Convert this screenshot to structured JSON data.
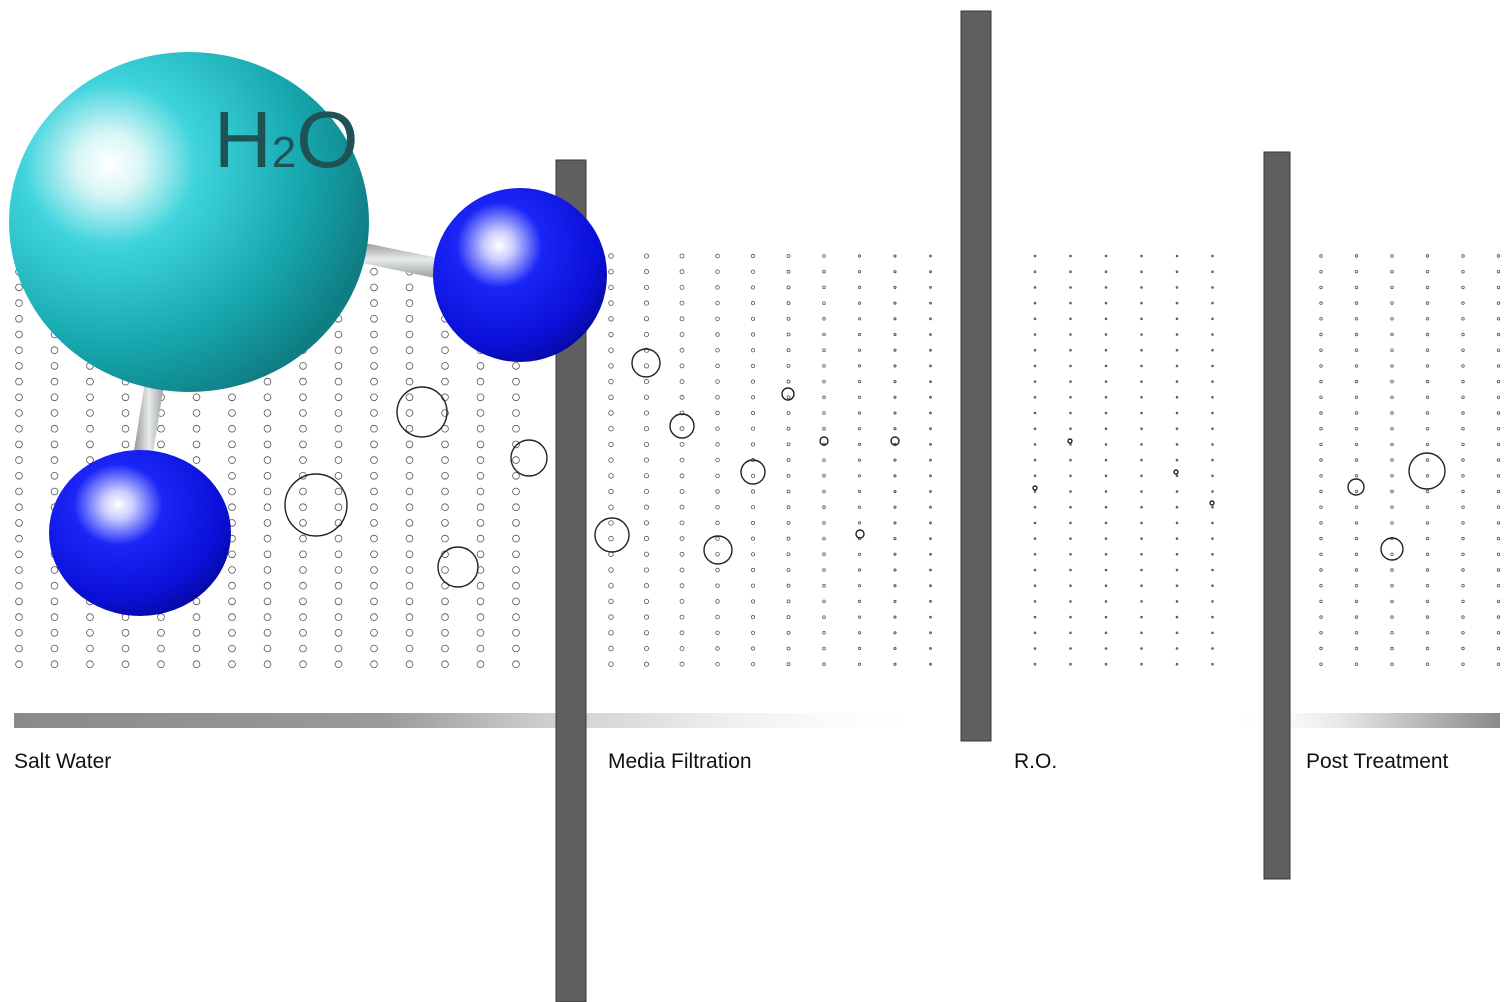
{
  "molecule": {
    "formula_main": "H",
    "formula_subscript": "2",
    "formula_tail": "O"
  },
  "stages": [
    {
      "label": "Salt Water"
    },
    {
      "label": "Media Filtration"
    },
    {
      "label": "R.O."
    },
    {
      "label": "Post Treatment"
    }
  ],
  "colors": {
    "oxygen_atom": "#1fb9c0",
    "hydrogen_atom": "#0d12e6",
    "bond": "#b9bcbc",
    "barrier": "#5f5f5f",
    "flow_band": "#8c8c8c",
    "particle_outline": "#333333"
  },
  "icons": [
    "water-molecule-icon",
    "filter-barrier",
    "particle-dot"
  ]
}
